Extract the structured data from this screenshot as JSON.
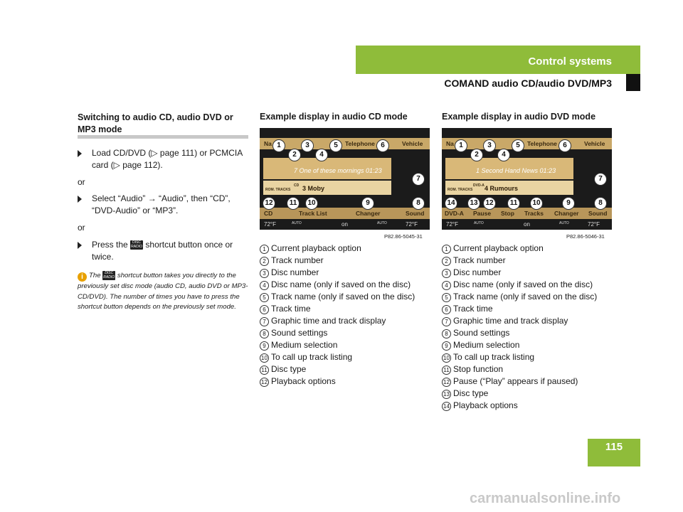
{
  "header": {
    "title": "Control systems",
    "subtitle": "COMAND audio CD/audio DVD/MP3"
  },
  "page_number": "115",
  "left": {
    "title": "Switching to audio CD, audio DVD or MP3 mode",
    "step1": "Load CD/DVD (▷ page 111) or PCMCIA card (▷ page 112).",
    "or1": "or",
    "step2": "Select “Audio” → “Audio”, then “CD”, “DVD-Audio” or “MP3”.",
    "or2": "or",
    "step3_a": "Press the",
    "step3_b": "shortcut button once or twice.",
    "info_a": "The",
    "info_b": "shortcut button takes you directly to the previously set disc mode (audio CD, audio DVD or MP3-CD/DVD). The number of times you have to press the shortcut button depends on the previously set mode.",
    "key_label": "DISC RADIO"
  },
  "cd": {
    "title": "Example display in audio CD mode",
    "figure": "P82.86-5045-31",
    "screen": {
      "nav": "Na",
      "telephone": "Telephone",
      "vehicle": "Vehicle",
      "track": "7 One of these mornings   01:23",
      "disc": "3   Moby",
      "rom": "ROM. TRACKS",
      "cdtag": "CD",
      "bottom": [
        "CD",
        "Track List",
        "Changer",
        "Sound"
      ],
      "status": [
        "72°F",
        "AUTO",
        "on",
        "AUTO",
        "72°F"
      ]
    },
    "legend": [
      "Current playback option",
      "Track number",
      "Disc number",
      "Disc name (only if saved on the disc)",
      "Track name (only if saved on the disc)",
      "Track time",
      "Graphic time and track display",
      "Sound settings",
      "Medium selection",
      "To call up track listing",
      "Disc type",
      "Playback options"
    ]
  },
  "dvd": {
    "title": "Example display in audio DVD mode",
    "figure": "P82.86-5046-31",
    "screen": {
      "nav": "Na",
      "telephone": "Telephone",
      "vehicle": "Vehicle",
      "track": "1 Second Hand News    01:23",
      "disc": "4   Rumours",
      "rom": "ROM. TRACKS",
      "cdtag": "DVD-A",
      "bottom": [
        "DVD-A",
        "Pause",
        "Stop",
        "Tracks",
        "Changer",
        "Sound"
      ],
      "status": [
        "72°F",
        "AUTO",
        "on",
        "AUTO",
        "72°F"
      ]
    },
    "legend": [
      "Current playback option",
      "Track number",
      "Disc number",
      "Disc name (only if saved on the disc)",
      "Track name (only if saved on the disc)",
      "Track time",
      "Graphic time and track display",
      "Sound settings",
      "Medium selection",
      "To call up track listing",
      "Stop function",
      "Pause (“Play” appears if paused)",
      "Disc type",
      "Playback options"
    ]
  },
  "numbers": [
    "1",
    "2",
    "3",
    "4",
    "5",
    "6",
    "7",
    "8",
    "9",
    "10",
    "11",
    "12",
    "13",
    "14"
  ],
  "watermark": "carmanualsonline.info"
}
